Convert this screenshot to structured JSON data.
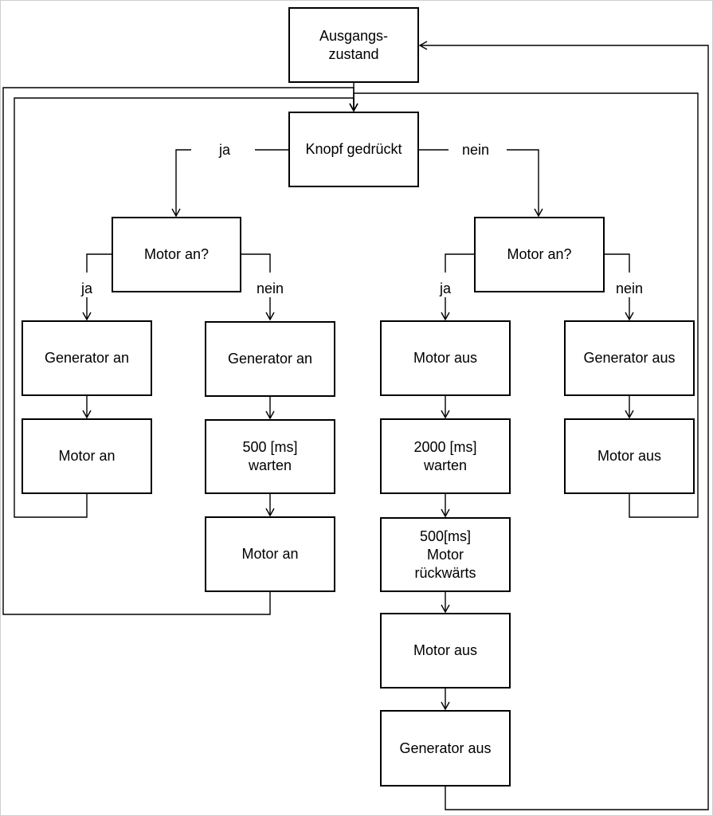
{
  "nodes": {
    "start": "Ausgangs-\nzustand",
    "button": "Knopf gedrückt",
    "motor_q_left": "Motor an?",
    "motor_q_right": "Motor an?",
    "gen_on_1": "Generator an",
    "motor_on_1": "Motor an",
    "gen_on_2": "Generator an",
    "wait_500": "500 [ms]\nwarten",
    "motor_on_2": "Motor an",
    "motor_off_1": "Motor aus",
    "wait_2000": "2000 [ms]\nwarten",
    "reverse": "500[ms]\nMotor\nrückwärts",
    "motor_off_2": "Motor aus",
    "gen_off_1": "Generator aus",
    "gen_off_2": "Generator aus",
    "motor_off_3": "Motor aus"
  },
  "labels": {
    "yes_top": "ja",
    "no_top": "nein",
    "yes_left": "ja",
    "no_left": "nein",
    "yes_right": "ja",
    "no_right": "nein"
  }
}
